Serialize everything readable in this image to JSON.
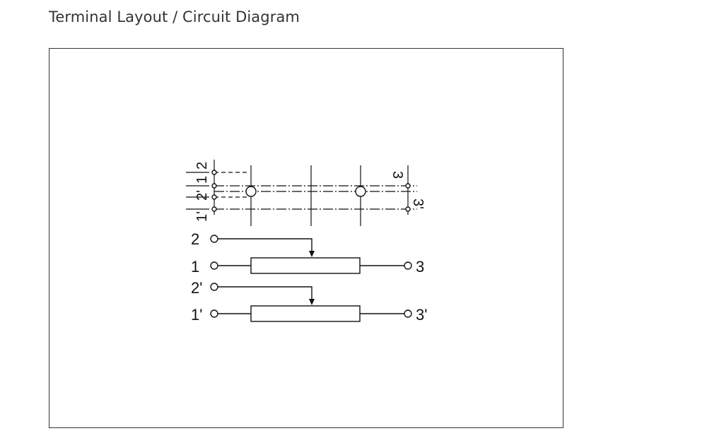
{
  "page": {
    "title": "Terminal Layout / Circuit Diagram"
  },
  "diagram": {
    "terminal_layout_labels": {
      "left_top": "2",
      "left_upper": "1",
      "left_middle": "2'",
      "left_bottom": "1'",
      "right_top": "3",
      "right_bottom": "3'"
    },
    "circuit_labels": {
      "wiper_a": "2",
      "input_a": "1",
      "output_a": "3",
      "wiper_b": "2'",
      "input_b": "1'",
      "output_b": "3'"
    }
  }
}
